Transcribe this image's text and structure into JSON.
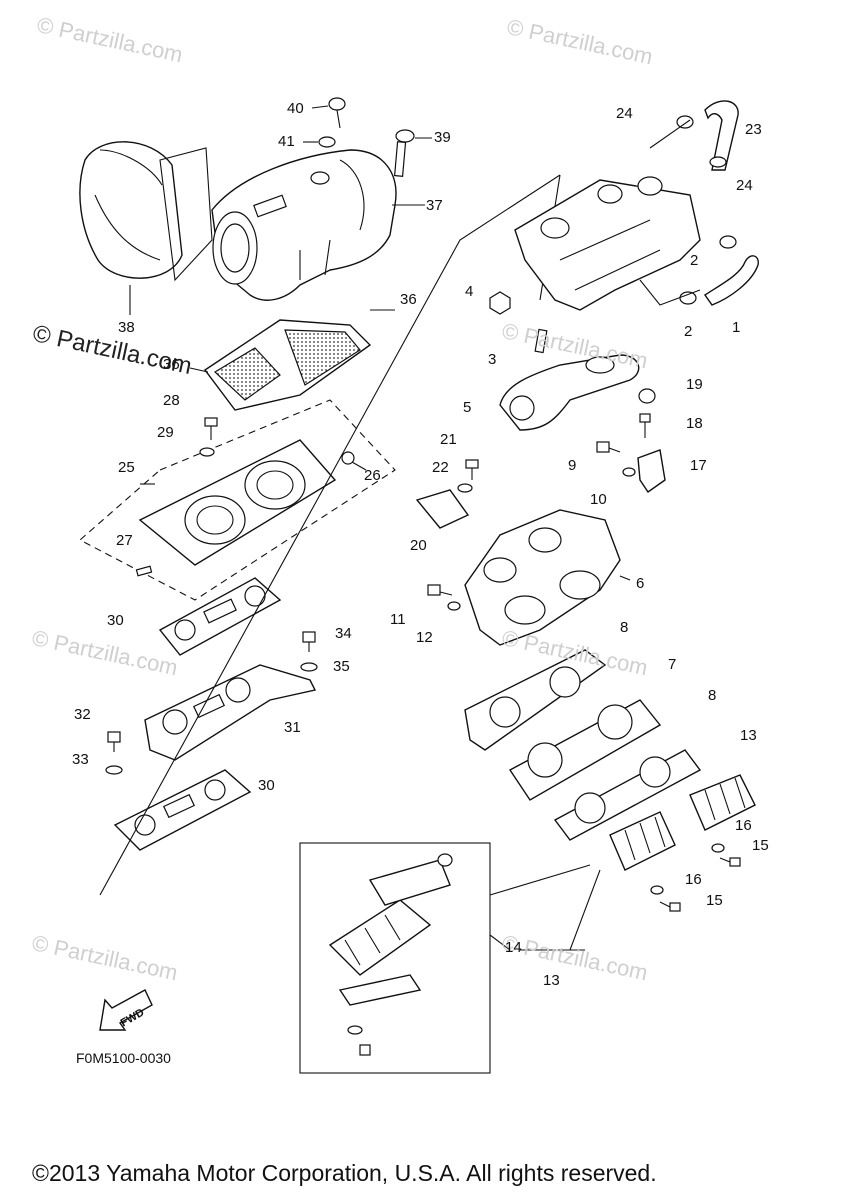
{
  "watermarks": {
    "brand": "© Partzilla.com"
  },
  "callouts": {
    "c1": "1",
    "c2a": "2",
    "c2b": "2",
    "c3": "3",
    "c4": "4",
    "c5": "5",
    "c6": "6",
    "c7": "7",
    "c8a": "8",
    "c8b": "8",
    "c9": "9",
    "c10": "10",
    "c11": "11",
    "c12": "12",
    "c13a": "13",
    "c13b": "13",
    "c14": "14",
    "c15a": "15",
    "c15b": "15",
    "c16a": "16",
    "c16b": "16",
    "c17": "17",
    "c18": "18",
    "c19": "19",
    "c20": "20",
    "c21": "21",
    "c22": "22",
    "c23": "23",
    "c24a": "24",
    "c24b": "24",
    "c25": "25",
    "c26": "26",
    "c27": "27",
    "c28": "28",
    "c29": "29",
    "c30a": "30",
    "c30b": "30",
    "c31": "31",
    "c32": "32",
    "c33": "33",
    "c34": "34",
    "c35": "35",
    "c36a": "36",
    "c36b": "36",
    "c37": "37",
    "c38": "38",
    "c39": "39",
    "c40": "40",
    "c41": "41"
  },
  "fwd_label": "FWD",
  "diagram_code": "F0M5100-0030",
  "copyright": "©2013 Yamaha Motor Corporation, U.S.A. All rights reserved."
}
